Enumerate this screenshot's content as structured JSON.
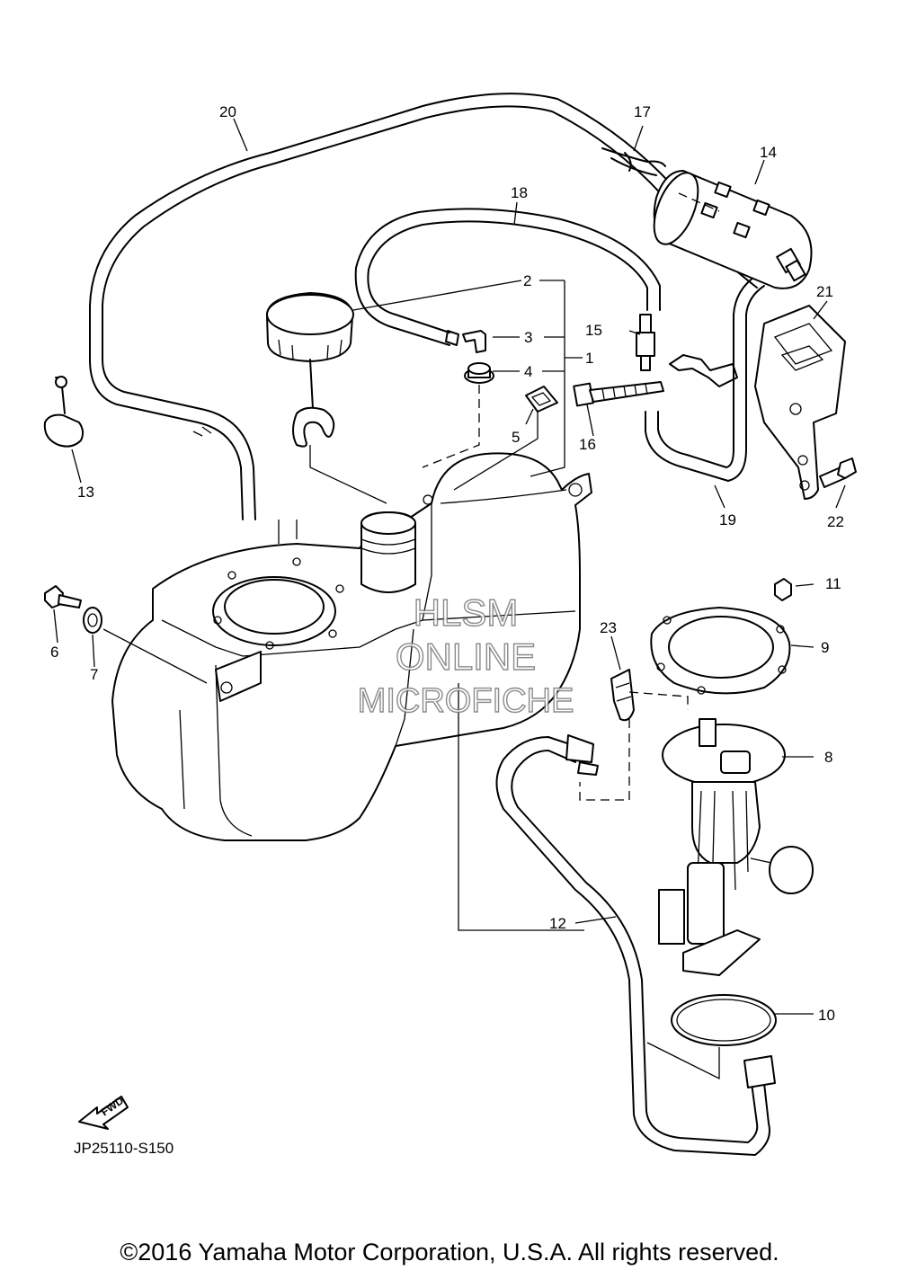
{
  "diagram_code": "JP25110-S150",
  "forward_label": "FWD",
  "watermark": {
    "line1": "HLSM",
    "line2": "ONLINE",
    "line3": "MICROFICHE"
  },
  "copyright": "©2016 Yamaha Motor Corporation, U.S.A. All rights reserved.",
  "callouts": [
    {
      "id": "1",
      "label": "1"
    },
    {
      "id": "2",
      "label": "2"
    },
    {
      "id": "3",
      "label": "3"
    },
    {
      "id": "4",
      "label": "4"
    },
    {
      "id": "5",
      "label": "5"
    },
    {
      "id": "6",
      "label": "6"
    },
    {
      "id": "7",
      "label": "7"
    },
    {
      "id": "8",
      "label": "8"
    },
    {
      "id": "9",
      "label": "9"
    },
    {
      "id": "10",
      "label": "10"
    },
    {
      "id": "11",
      "label": "11"
    },
    {
      "id": "12",
      "label": "12"
    },
    {
      "id": "13",
      "label": "13"
    },
    {
      "id": "14",
      "label": "14"
    },
    {
      "id": "15",
      "label": "15"
    },
    {
      "id": "16",
      "label": "16"
    },
    {
      "id": "17",
      "label": "17"
    },
    {
      "id": "18",
      "label": "18"
    },
    {
      "id": "19",
      "label": "19"
    },
    {
      "id": "20",
      "label": "20"
    },
    {
      "id": "21",
      "label": "21"
    },
    {
      "id": "22",
      "label": "22"
    },
    {
      "id": "23",
      "label": "23"
    }
  ]
}
